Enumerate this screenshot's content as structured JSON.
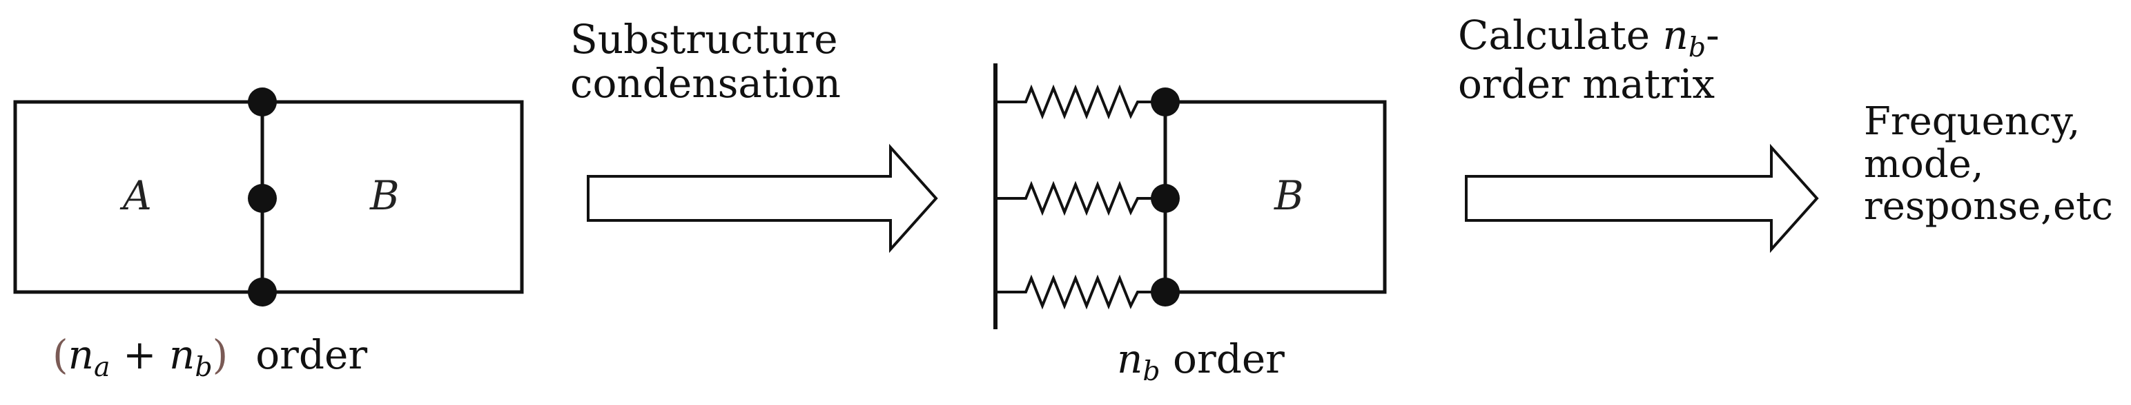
{
  "left_system": {
    "label_a": "A",
    "label_b": "B",
    "order_caption": {
      "open": "(",
      "n": "n",
      "a": "a",
      "plus": " + ",
      "n2": "n",
      "b": "b",
      "close": ")",
      "word": "order"
    }
  },
  "step1": {
    "line1": "Substructure",
    "line2": "condensation"
  },
  "middle_system": {
    "label_b": "B",
    "order_caption": {
      "n": "n",
      "b": "b",
      "word": " order"
    }
  },
  "step2": {
    "line1_prefix": "Calculate ",
    "n": "n",
    "b": "b",
    "dash": "-",
    "line2": "order matrix"
  },
  "result": {
    "line1": "Frequency,",
    "line2": "mode,",
    "line3": "response,etc"
  },
  "colors": {
    "stroke": "#111111",
    "caption_paren": "#7a5a55"
  }
}
